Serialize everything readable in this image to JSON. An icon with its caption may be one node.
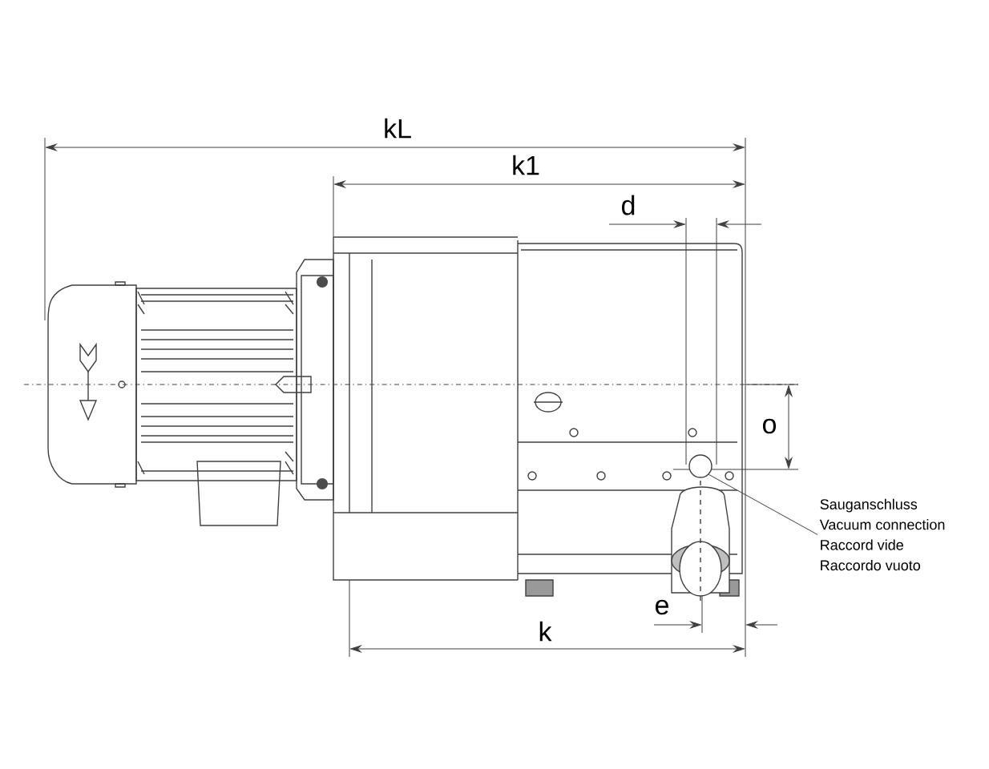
{
  "diagram": {
    "nodes": [
      {
        "text": [
          "Sauganschluss",
          "Vacuum connection",
          "Raccord vide",
          "Raccordo vuoto"
        ]
      },
      {
        "text": [],
        "shape": "circle"
      }
    ],
    "edges": [
      {
        "from": 0,
        "to": 1,
        "arrow": "none"
      }
    ],
    "labels": [
      "kL",
      "k1",
      "d",
      "o",
      "e",
      "k"
    ]
  }
}
